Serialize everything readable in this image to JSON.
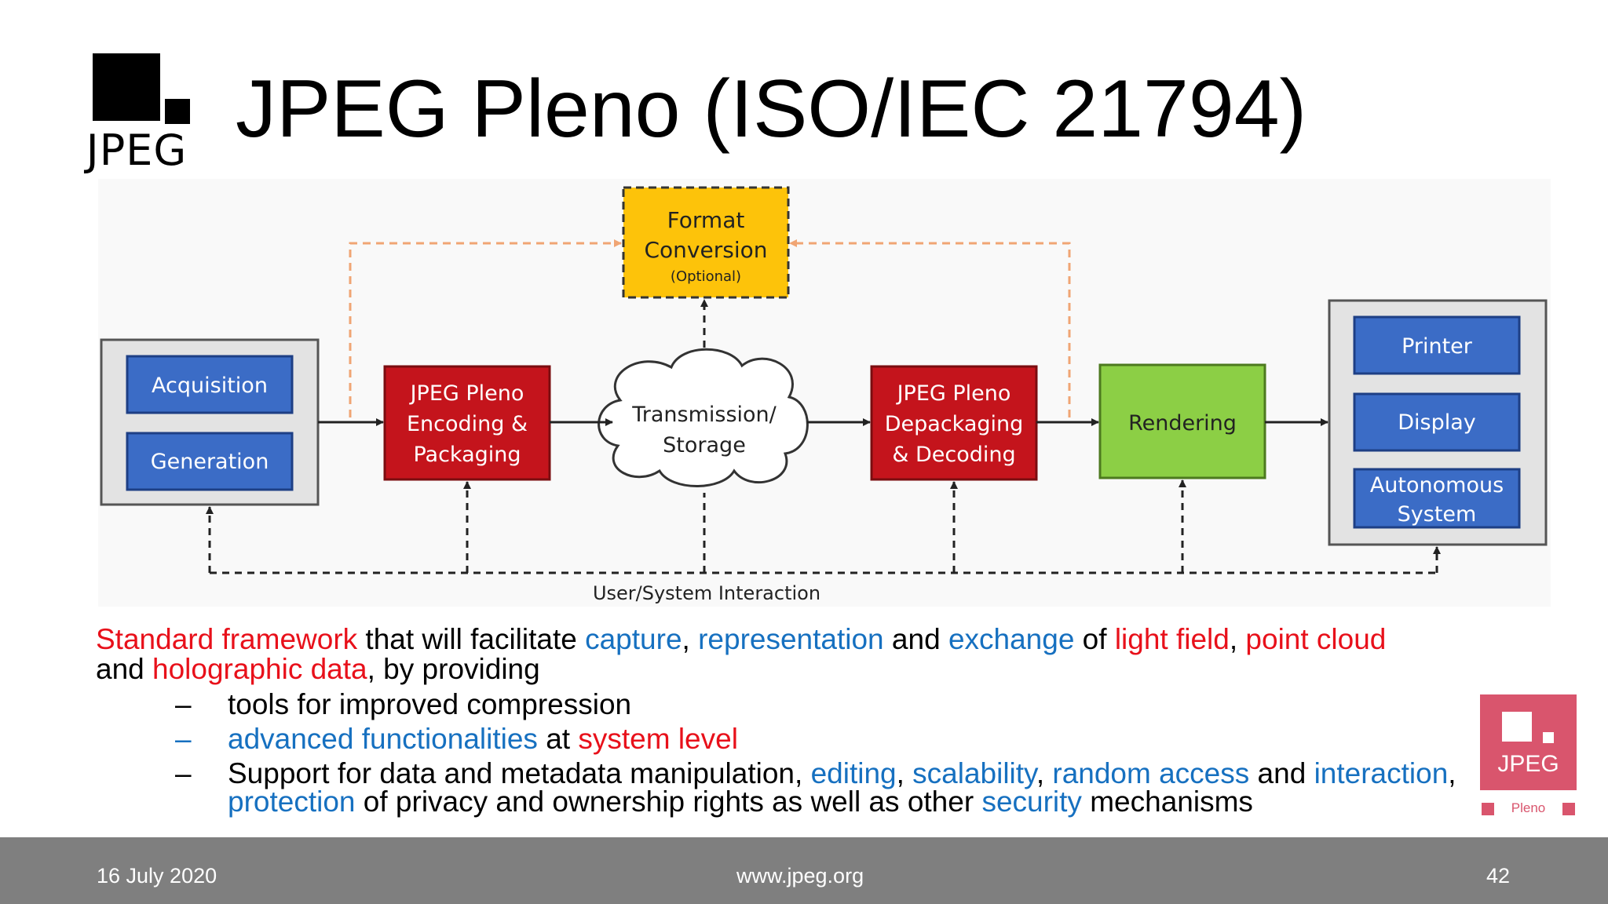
{
  "header": {
    "logo_text": "JPEG",
    "title": "JPEG Pleno (ISO/IEC 21794)"
  },
  "diagram": {
    "format_conversion": {
      "line1": "Format",
      "line2": "Conversion",
      "line3": "(Optional)"
    },
    "source": [
      "Acquisition",
      "Generation"
    ],
    "encoding": [
      "JPEG Pleno",
      "Encoding &",
      "Packaging"
    ],
    "transmission": [
      "Transmission/",
      "Storage"
    ],
    "decoding": [
      "JPEG Pleno",
      "Depackaging",
      "& Decoding"
    ],
    "rendering": "Rendering",
    "outputs": [
      "Printer",
      "Display",
      "Autonomous",
      "System"
    ],
    "interaction_label": "User/System Interaction",
    "colors": {
      "blue": "#3b6cc6",
      "red": "#c4141c",
      "yellow": "#fdc30a",
      "green": "#8ccf45",
      "orange": "#f0a574"
    }
  },
  "description": {
    "p1": "Standard framework",
    "p2": " that will facilitate ",
    "p3": "capture",
    "p4": ", ",
    "p5": "representation",
    "p6": " and ",
    "p7": "exchange",
    "p8": " of ",
    "p9": "light field",
    "p10": ", ",
    "p11": "point cloud",
    "p12": " and ",
    "p13": "holographic data",
    "p14": ", by providing"
  },
  "bullets": {
    "dash": "–",
    "b1": "tools for improved compression",
    "b2a": "advanced functionalities",
    "b2b": " at ",
    "b2c": "system level",
    "b3a": "Support for data and metadata manipulation, ",
    "b3b": "editing",
    "b3c": ", ",
    "b3d": "scalability",
    "b3e": ", ",
    "b3f": "random access",
    "b3g": " and ",
    "b3h": "interaction",
    "b3i": ", ",
    "b3j": "protection",
    "b3k": " of privacy and ownership rights as well as other ",
    "b3l": "security",
    "b3m": " mechanisms"
  },
  "pleno_logo": {
    "text": "JPEG",
    "sub": "Pleno"
  },
  "footer": {
    "date": "16 July 2020",
    "url": "www.jpeg.org",
    "page": "42"
  }
}
